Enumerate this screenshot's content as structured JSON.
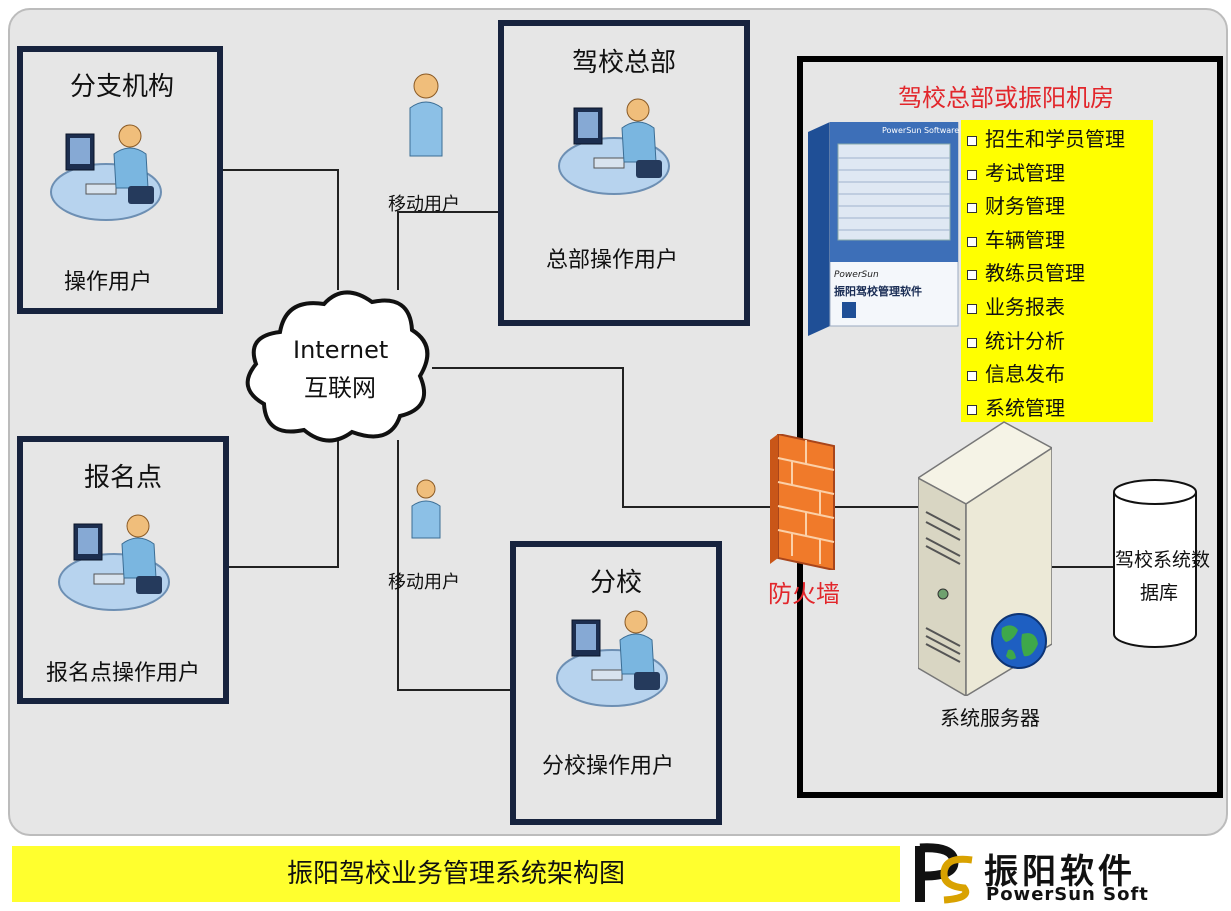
{
  "nodes": {
    "branch": {
      "title": "分支机构",
      "user": "操作用户"
    },
    "registration": {
      "title": "报名点",
      "user": "报名点操作用户"
    },
    "headquarters": {
      "title": "驾校总部",
      "user": "总部操作用户"
    },
    "sub_school": {
      "title": "分校",
      "user": "分校操作用户"
    },
    "mobile_user_top": "移动用户",
    "mobile_user_bottom": "移动用户",
    "internet": {
      "line1": "Internet",
      "line2": "互联网"
    }
  },
  "server_room": {
    "title": "驾校总部或振阳机房",
    "firewall": "防火墙",
    "server": "系统服务器",
    "database": {
      "line1": "驾校系统数",
      "line2": "据库"
    },
    "product_box": {
      "brand": "PowerSun",
      "name": "振阳驾校管理软件",
      "top": "PowerSun Software"
    },
    "features": [
      "招生和学员管理",
      "考试管理",
      "财务管理",
      "车辆管理",
      "教练员管理",
      "业务报表",
      "统计分析",
      "信息发布",
      "系统管理"
    ]
  },
  "footer": {
    "title": "振阳驾校业务管理系统架构图",
    "logo_cn": "振阳软件",
    "logo_en": "PowerSun Soft"
  }
}
